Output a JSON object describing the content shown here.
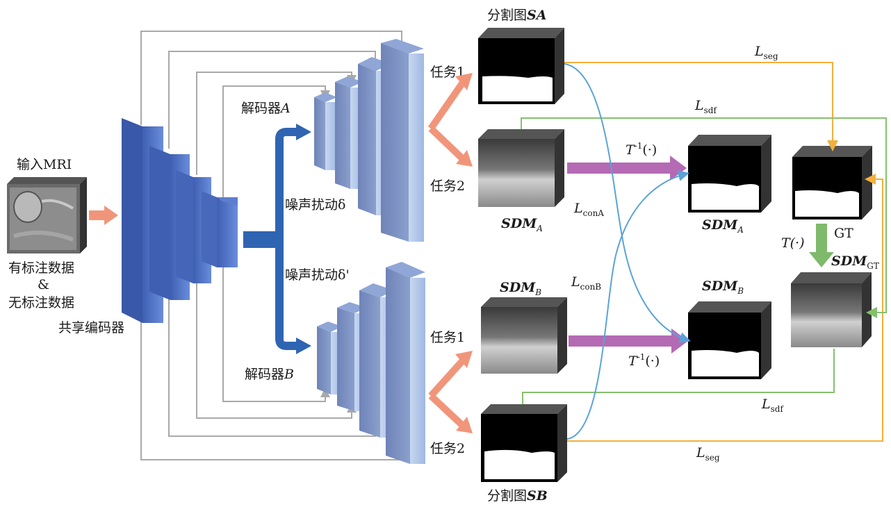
{
  "input": {
    "title": "输入MRI",
    "line1": "有标注数据",
    "line2": "&",
    "line3": "无标注数据"
  },
  "encoder": {
    "label": "共享编码器"
  },
  "decoder_a": {
    "label": "解码器",
    "var": "A",
    "noise": "噪声扰动δ"
  },
  "decoder_b": {
    "label": "解码器",
    "var": "B",
    "noise": "噪声扰动δ'"
  },
  "tasks": {
    "task1": "任务1",
    "task2": "任务2"
  },
  "outputs": {
    "seg_a_prefix": "分割图",
    "seg_a_var": "SA",
    "seg_b_prefix": "分割图",
    "seg_b_var": "SB",
    "sdm": "SDM",
    "sub_a": "A",
    "sub_b": "B",
    "sub_gt": "GT",
    "gt": "GT"
  },
  "transforms": {
    "inv_t": "T",
    "inv_sup": "-1",
    "inv_arg": "(·)",
    "t": "T(·)"
  },
  "losses": {
    "l": "L",
    "seg": "seg",
    "sdf": "sdf",
    "con_a": "conA",
    "con_b": "conB"
  },
  "colors": {
    "encoder_blue": "#4f6fc2",
    "arrow_blue": "#2f64b3",
    "orange_arrow": "#f1957a",
    "purple_arrow": "#b56ab4",
    "green_arrow": "#7fb96b",
    "skip_gray": "#a9a9a9",
    "seg_line": "#f2b03c",
    "sdf_line": "#84c06c",
    "con_line": "#5aa3d7"
  }
}
